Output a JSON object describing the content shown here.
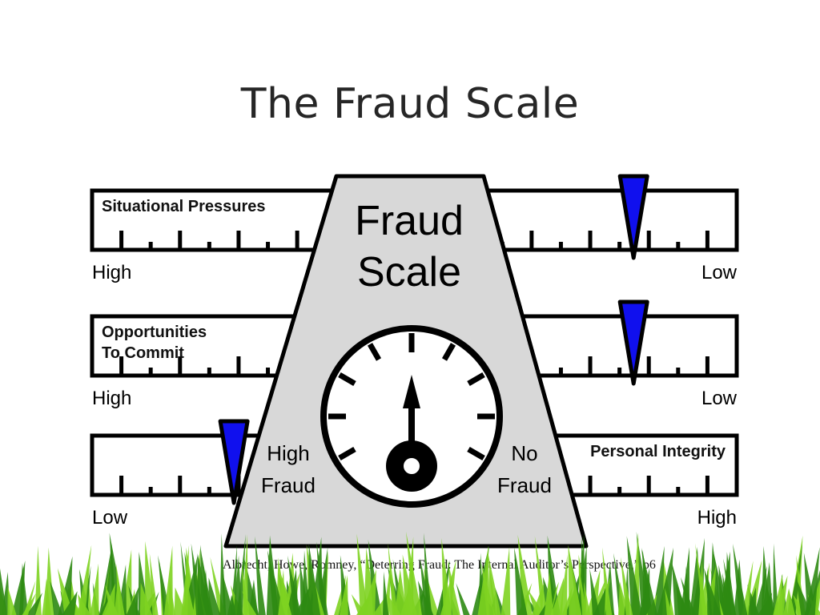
{
  "slide": {
    "title": "The Fraud Scale",
    "citation": "Albrecht, Howe, Romney, “Deterring Fraud: The Internal Auditor’s Perspective,” p6"
  },
  "scale": {
    "title_line1": "Fraud",
    "title_line2": "Scale",
    "left_label_line1": "High",
    "left_label_line2": "Fraud",
    "right_label_line1": "No",
    "right_label_line2": "Fraud",
    "needle_direction": "straight up"
  },
  "bars": [
    {
      "id": "situational-pressures",
      "label_lines": [
        "Situational Pressures"
      ],
      "label_side": "left",
      "left_end": "High",
      "right_end": "Low",
      "pointer_position": 0.84
    },
    {
      "id": "opportunities",
      "label_lines": [
        "Opportunities",
        "To Commit"
      ],
      "label_side": "left",
      "left_end": "High",
      "right_end": "Low",
      "pointer_position": 0.84
    },
    {
      "id": "personal-integrity",
      "label_lines": [
        "Personal Integrity"
      ],
      "label_side": "right",
      "left_end": "Low",
      "right_end": "High",
      "pointer_position": 0.22
    }
  ],
  "colors": {
    "pointer_fill": "#1010ee",
    "scale_fill": "#d8d8d8",
    "outline": "#000000",
    "grass_dark": "#2e8a12",
    "grass_light": "#7ed321"
  }
}
